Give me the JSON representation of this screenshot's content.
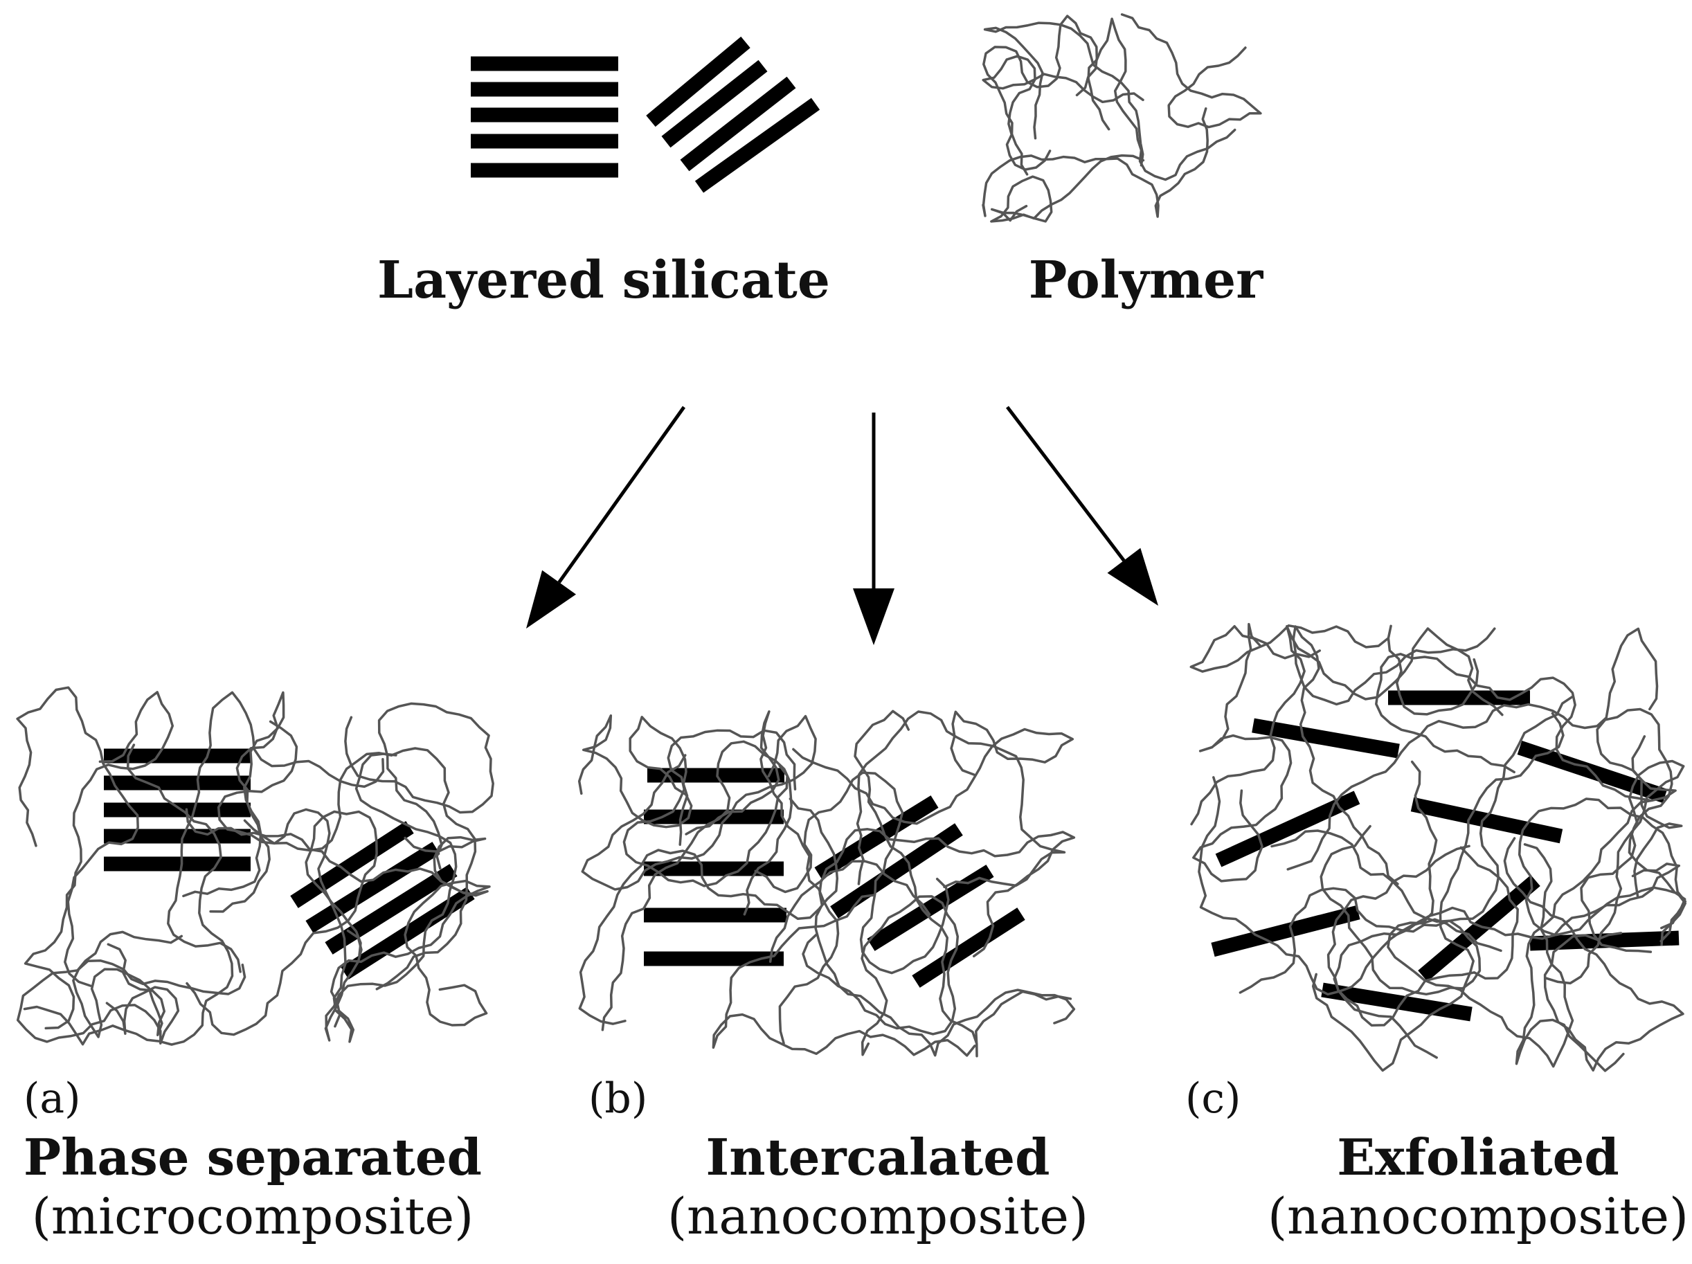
{
  "top": {
    "silicate_label": "Layered silicate",
    "polymer_label": "Polymer"
  },
  "structures": [
    {
      "letter": "(a)",
      "title": "Phase separated",
      "subtitle": "(microcomposite)"
    },
    {
      "letter": "(b)",
      "title": "Intercalated",
      "subtitle": "(nanocomposite)"
    },
    {
      "letter": "(c)",
      "title": "Exfoliated",
      "subtitle": "(nanocomposite)"
    }
  ],
  "colors": {
    "layer": "#000000",
    "polymer": "#555555",
    "arrow": "#000000"
  }
}
